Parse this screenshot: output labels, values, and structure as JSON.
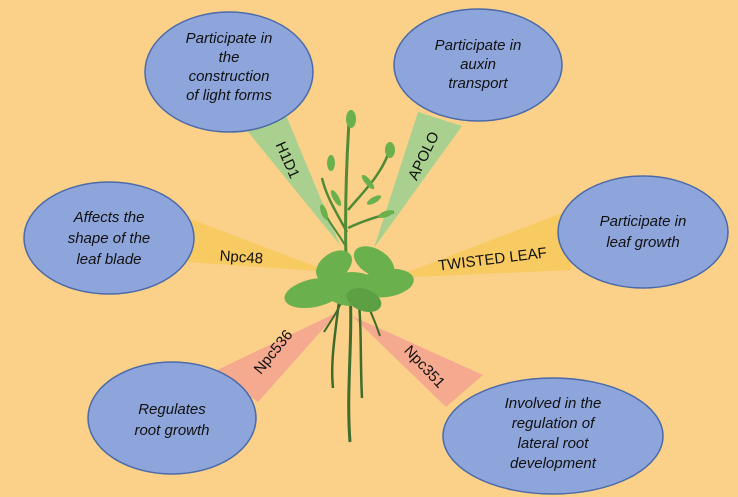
{
  "colors": {
    "background": "#fbd18a",
    "bubble_fill": "#8ea5dc",
    "bubble_stroke": "#4a6aa8",
    "beam_green": "#a4d08e",
    "beam_red": "#f4a68f",
    "beam_yellow": "#f6c542",
    "plant_green": "#6ab04c",
    "stem_green": "#4f8a35",
    "root_green": "#3f6b2b"
  },
  "bubbles": {
    "light_forms": [
      "Participate in",
      "the",
      "construction",
      "of light forms"
    ],
    "auxin": [
      "Participate in",
      "auxin",
      "transport"
    ],
    "leaf_blade": [
      "Affects the",
      "shape of the",
      "leaf blade"
    ],
    "leaf_growth": [
      "Participate in",
      "leaf growth"
    ],
    "root_growth": [
      "Regulates",
      "root growth"
    ],
    "lateral_root": [
      "Involved in the",
      "regulation of",
      "lateral root",
      "development"
    ]
  },
  "genes": {
    "h1d1": "H1D1",
    "apolo": "APOLO",
    "npc48": "Npc48",
    "twisted_leaf": "TWISTED LEAF",
    "npc536": "Npc536",
    "npc351": "Npc351"
  }
}
